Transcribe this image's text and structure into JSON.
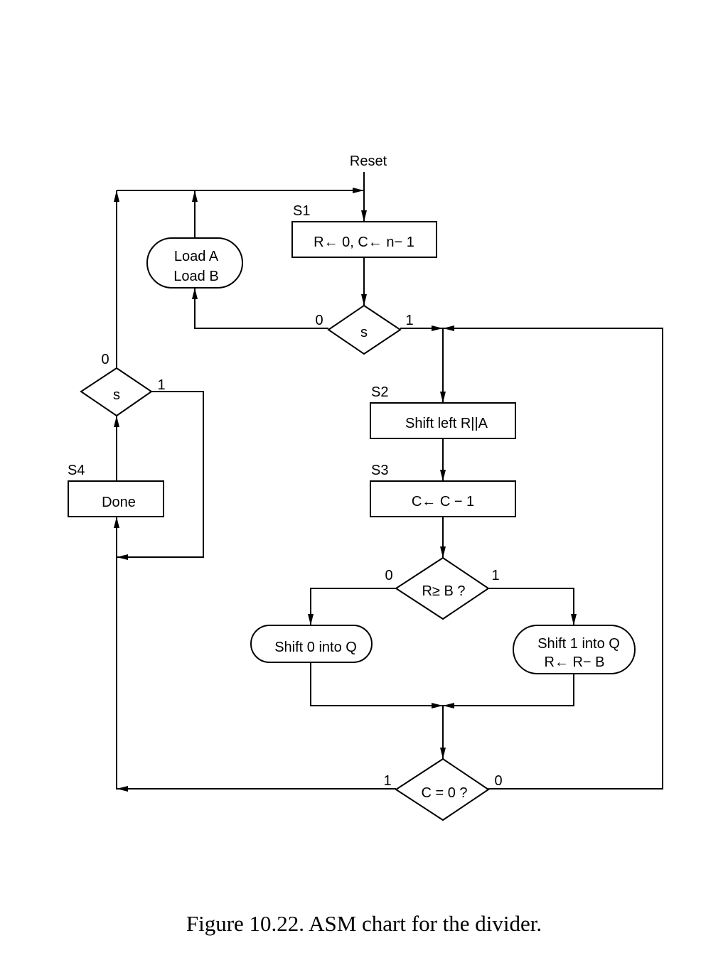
{
  "diagram": {
    "reset_label": "Reset",
    "states": {
      "s1": "S1",
      "s2": "S2",
      "s3": "S3",
      "s4": "S4"
    },
    "s1_box": {
      "part1": "R← 0, C← ",
      "var": "n",
      "part2": "− 1"
    },
    "load_box": {
      "line1": "Load A",
      "line2": "Load B"
    },
    "s2_box": "Shift left R||A",
    "s3_box": "C← C − 1",
    "s4_box": "Done",
    "decisions": {
      "top_s": "s",
      "left_s": "s",
      "compare": "R≥ B ?",
      "count_zero": "C  =  0 ?"
    },
    "branch_labels": {
      "top_s_zero": "0",
      "top_s_one": "1",
      "left_s_zero": "0",
      "left_s_one": "1",
      "compare_zero": "0",
      "compare_one": "1",
      "count_one": "1",
      "count_zero": "0"
    },
    "shift0_box": "Shift 0 into Q",
    "shift1_box": {
      "line1": "Shift 1 into Q",
      "line2": "R← R− B"
    }
  },
  "caption": "Figure 10.22.  ASM chart for the divider."
}
